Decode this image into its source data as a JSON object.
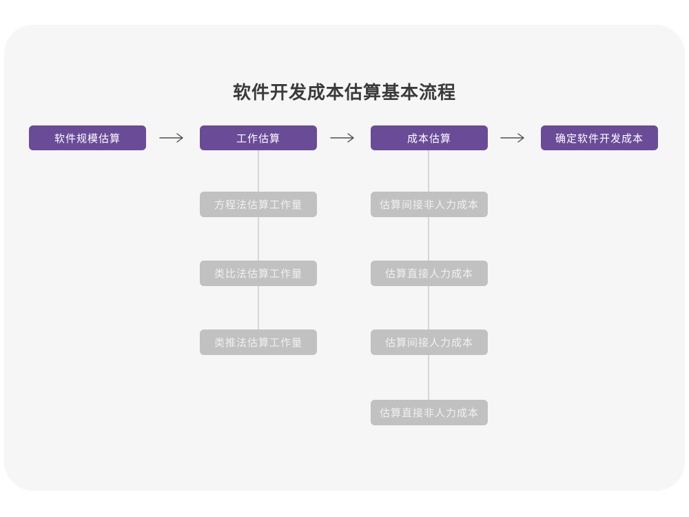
{
  "title": "软件开发成本估算基本流程",
  "colors": {
    "page_bg": "#ffffff",
    "card_bg": "#f6f6f7",
    "accent": "#6a4b97",
    "substep_bg": "#c1c1c1",
    "substep_text": "#f0f0f0",
    "title_color": "#3a3a3a",
    "arrow": "#4d4d4d",
    "connector": "#d6d6d6"
  },
  "flow": {
    "main_steps": [
      {
        "label": "软件规模估算"
      },
      {
        "label": "工作估算"
      },
      {
        "label": "成本估算"
      },
      {
        "label": "确定软件开发成本"
      }
    ],
    "work_substeps": [
      {
        "label": "方程法估算工作量"
      },
      {
        "label": "类比法估算工作量"
      },
      {
        "label": "类推法估算工作量"
      }
    ],
    "cost_substeps": [
      {
        "label": "估算间接非人力成本"
      },
      {
        "label": "估算直接人力成本"
      },
      {
        "label": "估算间接人力成本"
      },
      {
        "label": "估算直接非人力成本"
      }
    ]
  }
}
